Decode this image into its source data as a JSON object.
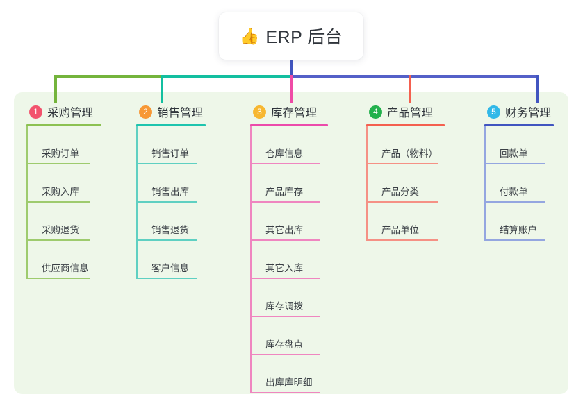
{
  "diagram": {
    "type": "tree-mindmap",
    "root": {
      "icon": "thumbs-up-icon",
      "emoji": "👍",
      "title": "ERP 后台"
    },
    "panel_color": "#eef7e9",
    "stem_color": "#4155c0",
    "connector_segments": [
      {
        "name": "segment-green",
        "color": "#74b43c"
      },
      {
        "name": "segment-teal",
        "color": "#13bfa0"
      },
      {
        "name": "segment-blue",
        "color": "#5460c8"
      }
    ],
    "columns": [
      {
        "index": "1",
        "title": "采购管理",
        "badge_color": "#f2536d",
        "line_color": "#8cc152",
        "drop_color": "#74b43c",
        "leaf_line_color": "#9ecb6e",
        "items": [
          {
            "label": "采购订单"
          },
          {
            "label": "采购入库"
          },
          {
            "label": "采购退货"
          },
          {
            "label": "供应商信息"
          }
        ]
      },
      {
        "index": "2",
        "title": "销售管理",
        "badge_color": "#f79836",
        "line_color": "#1ec4ae",
        "drop_color": "#13bfa0",
        "leaf_line_color": "#5fd0c2",
        "items": [
          {
            "label": "销售订单"
          },
          {
            "label": "销售出库"
          },
          {
            "label": "销售退货"
          },
          {
            "label": "客户信息"
          }
        ]
      },
      {
        "index": "3",
        "title": "库存管理",
        "badge_color": "#f7b731",
        "line_color": "#ec4bab",
        "drop_color": "#ef4ba6",
        "leaf_line_color": "#ef86c0",
        "items": [
          {
            "label": "仓库信息"
          },
          {
            "label": "产品库存"
          },
          {
            "label": "其它出库"
          },
          {
            "label": "其它入库"
          },
          {
            "label": "库存调拨"
          },
          {
            "label": "库存盘点"
          },
          {
            "label": "出库库明细"
          }
        ]
      },
      {
        "index": "4",
        "title": "产品管理",
        "badge_color": "#23b14d",
        "line_color": "#f4604f",
        "drop_color": "#f4604f",
        "leaf_line_color": "#f59185",
        "items": [
          {
            "label": "产品（物料）"
          },
          {
            "label": "产品分类"
          },
          {
            "label": "产品单位"
          }
        ]
      },
      {
        "index": "5",
        "title": "财务管理",
        "badge_color": "#31b8e8",
        "line_color": "#4155c0",
        "drop_color": "#4155c0",
        "leaf_line_color": "#94a6e0",
        "items": [
          {
            "label": "回款单"
          },
          {
            "label": "付款单"
          },
          {
            "label": "结算账户"
          }
        ]
      }
    ]
  }
}
